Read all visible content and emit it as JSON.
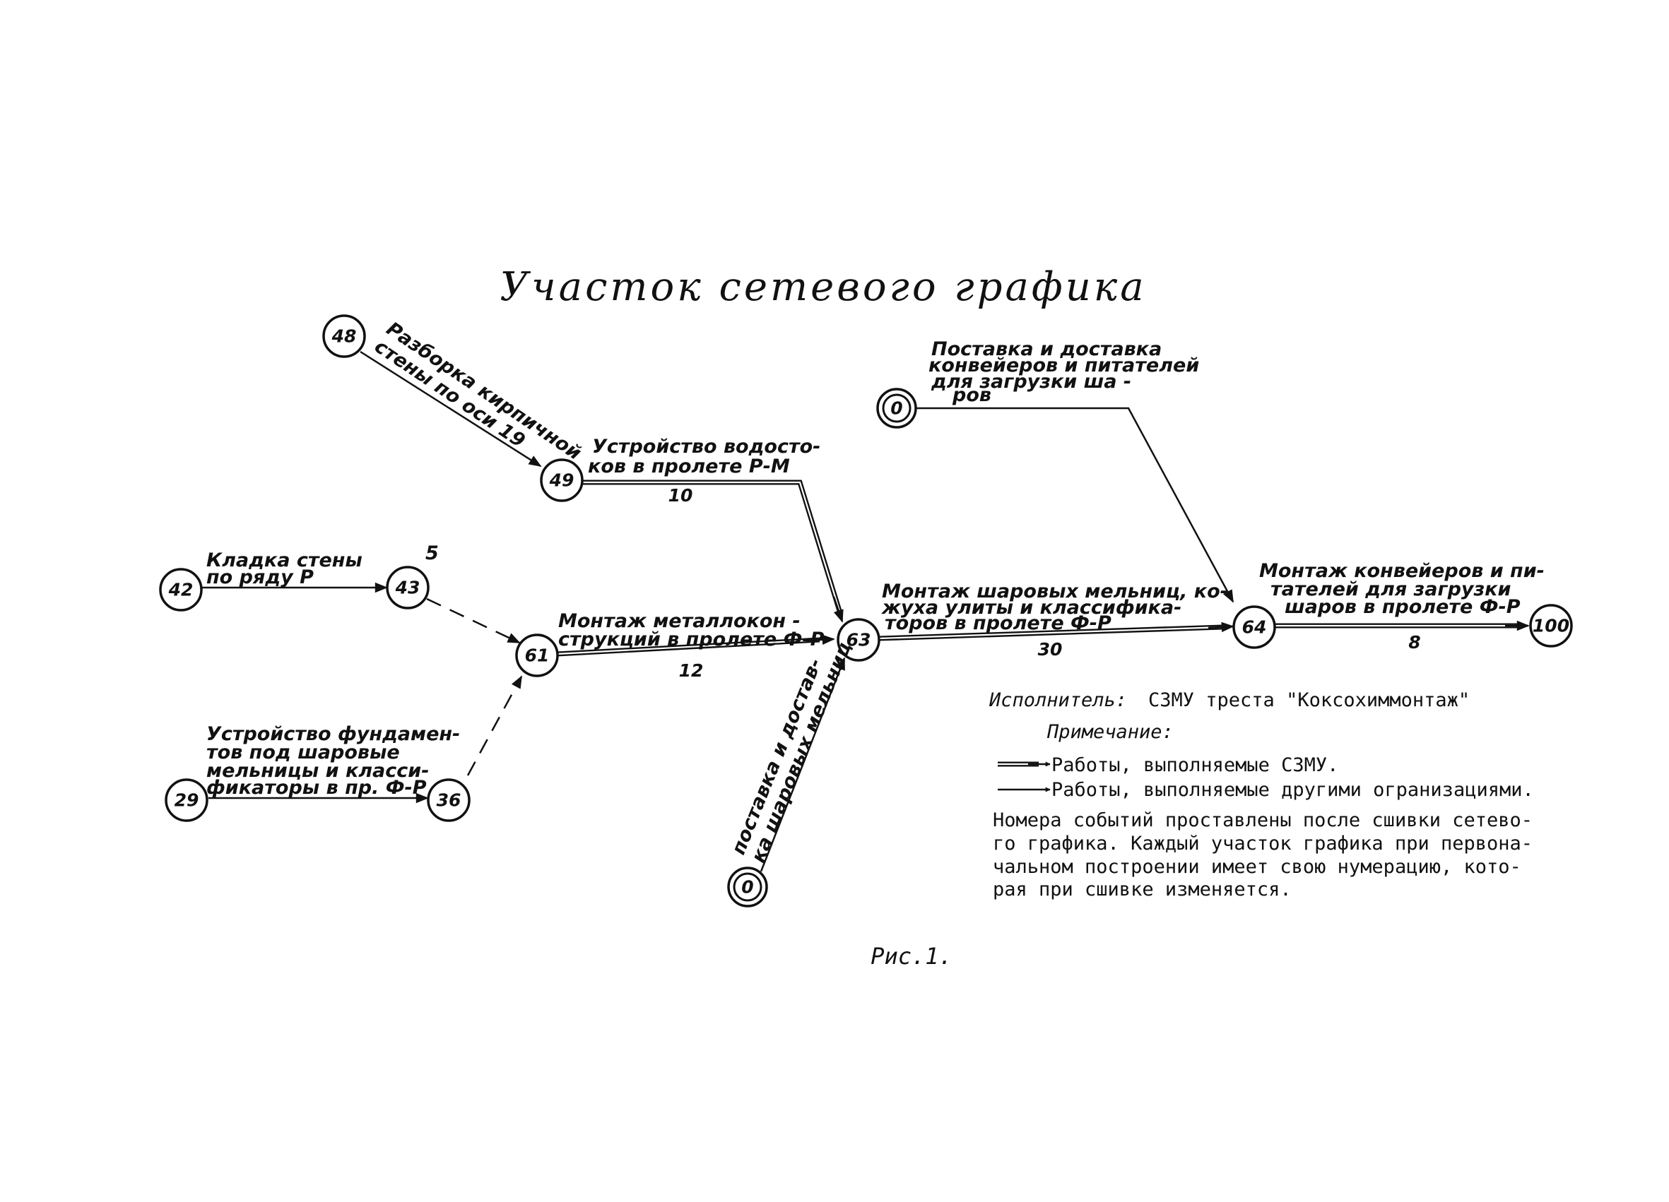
{
  "title": "Участок сетевого графика",
  "nodes": {
    "n48": {
      "label": "48"
    },
    "n49": {
      "label": "49"
    },
    "n42": {
      "label": "42"
    },
    "n43": {
      "label": "43"
    },
    "n61": {
      "label": "61"
    },
    "n63": {
      "label": "63"
    },
    "n64": {
      "label": "64"
    },
    "n100": {
      "label": "100"
    },
    "n29": {
      "label": "29"
    },
    "n36": {
      "label": "36"
    },
    "n0a": {
      "label": "0"
    },
    "n0b": {
      "label": "0"
    }
  },
  "activities": {
    "a48_49": {
      "lines": [
        "Разборка кирпичной",
        "стены по оси 19"
      ]
    },
    "a49_63": {
      "lines": [
        "Устройство водосто-",
        "ков в пролете Р-М"
      ],
      "duration": "10"
    },
    "a42_43": {
      "lines": [
        "Кладка стены",
        "по ряду Р"
      ],
      "mark": "5"
    },
    "a61_63": {
      "lines": [
        "Монтаж металлокон -",
        "струкций в пролете Ф-Р"
      ],
      "duration": "12"
    },
    "a29_36": {
      "lines": [
        "Устройство фундамен-",
        "тов под шаровые",
        "мельницы и класси-",
        "фикаторы в пр. Ф-Р"
      ]
    },
    "a0_63": {
      "lines": [
        "поставка и достав-",
        "ка шаровых мельниц"
      ]
    },
    "a0_64": {
      "lines": [
        "Поставка и доставка",
        "конвейеров и питателей",
        "для загрузки ша -",
        "ров"
      ]
    },
    "a63_64": {
      "lines": [
        "Монтаж шаровых мельниц, ко-",
        "жуха улиты и классифика-",
        "торов в пролете Ф-Р"
      ],
      "duration": "30"
    },
    "a64_100": {
      "lines": [
        "Монтаж конвейеров и пи-",
        "тателей для загрузки",
        "шаров в пролете Ф-Р"
      ],
      "duration": "8"
    }
  },
  "notes": {
    "executor": {
      "label": "Исполнитель:",
      "text": "СЗМУ треста \"Коксохиммонтаж\""
    },
    "note_heading": "Примечание:",
    "legend": [
      {
        "style": "double",
        "text": "Работы, выполняемые СЗМУ."
      },
      {
        "style": "single",
        "text": "Работы, выполняемые другими огранизациями."
      }
    ],
    "paragraph": [
      "Номера событий проставлены после сшивки сетево-",
      "го графика. Каждый участок графика при первона-",
      "чальном построении имеет свою нумерацию,  кото-",
      "рая при сшивке изменяется."
    ]
  },
  "caption": "Рис.1."
}
